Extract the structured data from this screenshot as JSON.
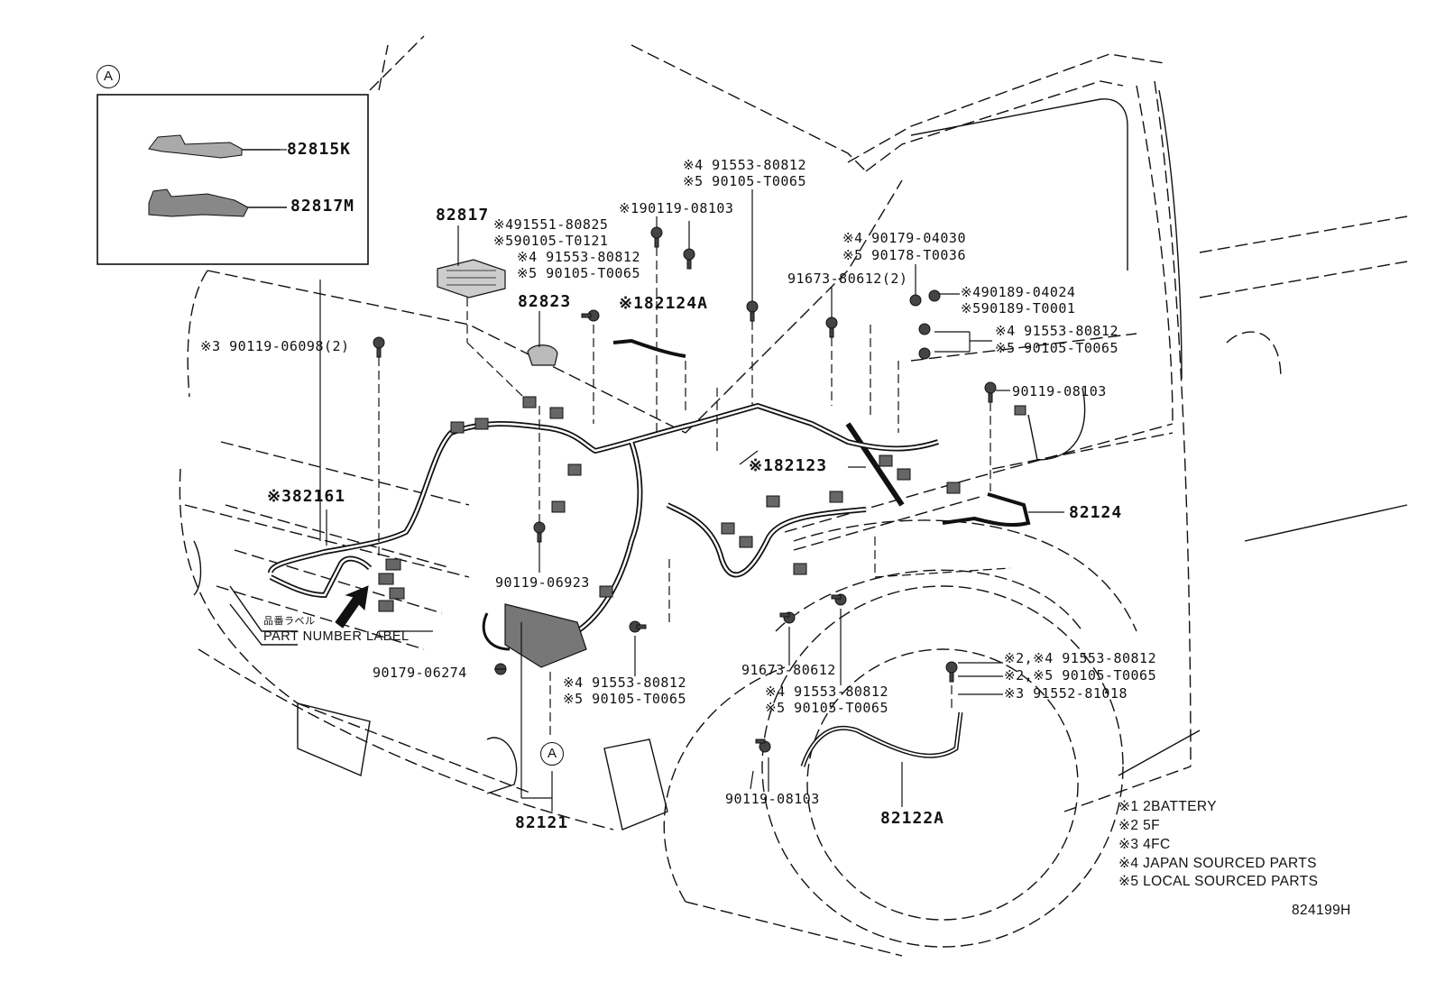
{
  "diagram_code": "824199H",
  "inset_ref": "A",
  "inset_parts": [
    {
      "id": "82815K"
    },
    {
      "id": "82817M"
    }
  ],
  "callouts": {
    "c82817": "82817",
    "c82823": "82823",
    "c82124a": "※182124A",
    "c82161": "※382161",
    "c82123": "※182123",
    "c82124": "82124",
    "c82121": "82121",
    "c82122a": "82122A",
    "c_A_bottom": "A"
  },
  "fasteners": {
    "f_top_center_1": "※4 91553-80812",
    "f_top_center_2": "※5 90105-T0065",
    "f_91551_1": "※491551-80825",
    "f_91551_2": "※590105-T0121",
    "f_90119_08103_top": "※190119-08103",
    "f_mid_1": "※4 91553-80812",
    "f_mid_2": "※5 90105-T0065",
    "f_90179_1": "※4 90179-04030",
    "f_90179_2": "※5 90178-T0036",
    "f_91673_2": "91673-80612(2)",
    "f_90189_1": "※490189-04024",
    "f_90189_2": "※590189-T0001",
    "f_right_1": "※4 91553-80812",
    "f_right_2": "※5 90105-T0065",
    "f_90119_08103_right": "90119-08103",
    "f_90119_06098": "※3 90119-06098(2)",
    "f_90119_06923": "90119-06923",
    "f_90179_06274": "90179-06274",
    "f_low_center_1": "※4 91553-80812",
    "f_low_center_2": "※5 90105-T0065",
    "f_91673_80612": "91673-80612",
    "f_low_right_1": "※4 91553-80812",
    "f_low_right_2": "※5 90105-T0065",
    "f_90119_08103_bottom": "90119-08103",
    "f_batt_1": "※2,※4 91553-80812",
    "f_batt_2": "※2,※5 90105-T0065",
    "f_batt_3": "※3 91552-81018"
  },
  "part_label": {
    "jp": "品番ラベル",
    "en": "PART NUMBER LABEL"
  },
  "legend": [
    "※1 2BATTERY",
    "※2 5F",
    "※3 4FC",
    "※4 JAPAN SOURCED PARTS",
    "※5 LOCAL SOURCED PARTS"
  ]
}
